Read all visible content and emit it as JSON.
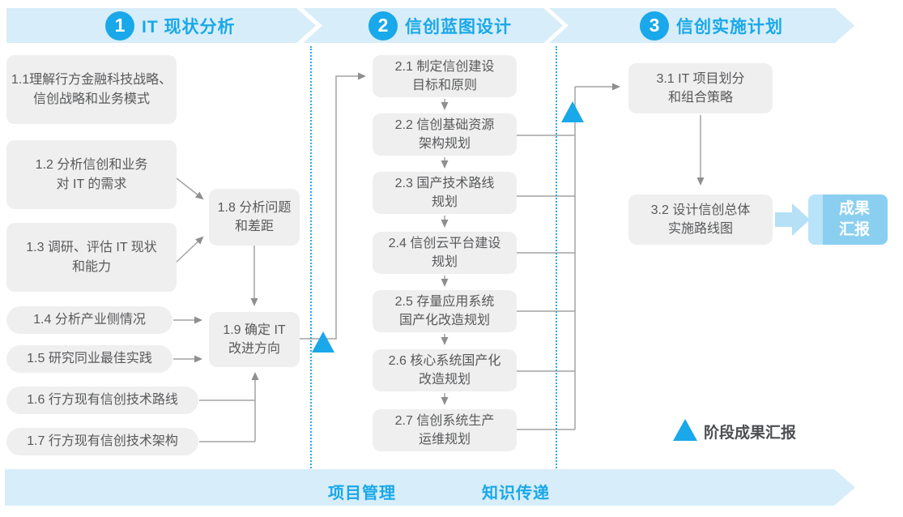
{
  "colors": {
    "accent_blue": "#19a8e9",
    "banner_bg": "#d7edf9",
    "box_bg": "#efefef",
    "box_text": "#58595b",
    "connector_gray": "#a3a3a3",
    "result_box_blue": "#8bcff0",
    "result_box_strip": "#b9e3f8",
    "fat_arrow_blue": "#b5e0f6",
    "dashed_line_blue": "#2aabe2",
    "legend_text": "#4c4e52"
  },
  "phases": [
    {
      "number": "1",
      "title": "IT 现状分析"
    },
    {
      "number": "2",
      "title": "信创蓝图设计"
    },
    {
      "number": "3",
      "title": "信创实施计划"
    }
  ],
  "phase1_boxes": [
    "1.1理解行方金融科技战略、\n信创战略和业务模式",
    "1.2 分析信创和业务\n对 IT 的需求",
    "1.3 调研、评估 IT 现状\n和能力",
    "1.4 分析产业侧情况",
    "1.5 研究同业最佳实践",
    "1.6 行方现有信创技术路线",
    "1.7 行方现有信创技术架构",
    "1.8 分析问题\n和差距",
    "1.9 确定 IT\n改进方向"
  ],
  "phase2_boxes": [
    "2.1 制定信创建设\n目标和原则",
    "2.2 信创基础资源\n架构规划",
    "2.3 国产技术路线\n规划",
    "2.4 信创云平台建设\n规划",
    "2.5 存量应用系统\n国产化改造规划",
    "2.6 核心系统国产化\n改造规划",
    "2.7 信创系统生产\n运维规划"
  ],
  "phase3_boxes": [
    "3.1 IT 项目划分\n和组合策略",
    "3.2 设计信创总体\n实施路线图"
  ],
  "result_box_label": "成果\n汇报",
  "legend_label": "阶段成果汇报",
  "footer_labels": [
    "项目管理",
    "知识传递"
  ]
}
